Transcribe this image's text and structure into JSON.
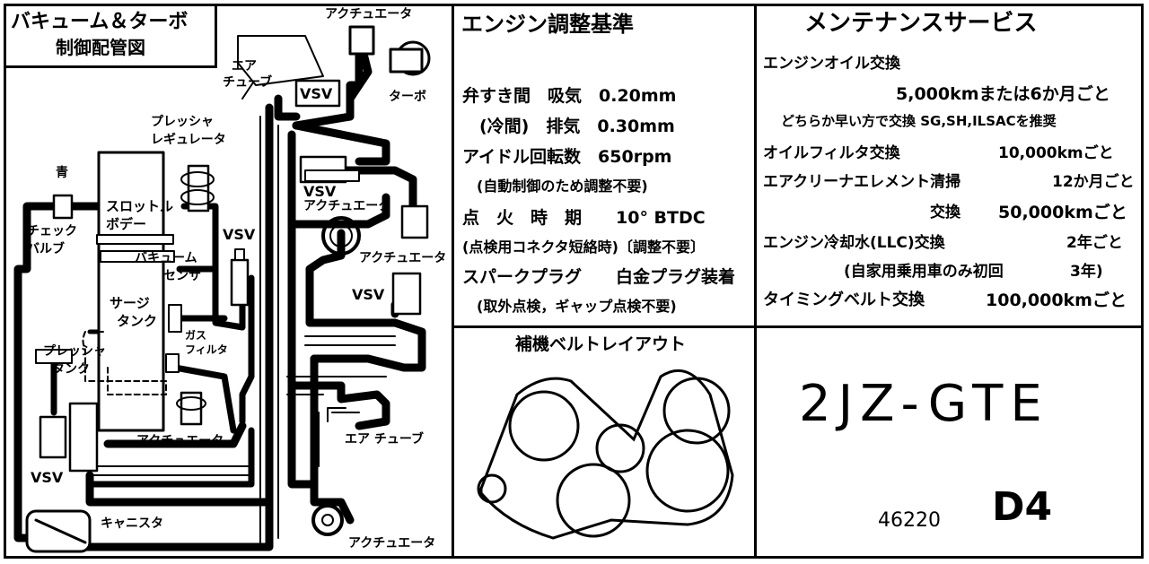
{
  "vacuum": {
    "title_line1": "バキューム＆ターボ",
    "title_line2": "制御配管図",
    "labels": {
      "actuator_top": "アクチュエータ",
      "air_tube_top": "エア\nチューブ",
      "air_tube_1": "エア",
      "air_tube_2": "チューブ",
      "vsv_top": "VSV",
      "turbo": "ターボ",
      "pressure_reg_1": "プレッシャ",
      "pressure_reg_2": "レギュレータ",
      "blue": "青",
      "throttle_1": "スロットル",
      "throttle_2": "ボデー",
      "check_valve_1": "チェック",
      "check_valve_2": "バルブ",
      "vsv_mid": "VSV",
      "vsv_mid2": "VSV",
      "actuator_mid": "アクチュエータ",
      "actuator_right": "アクチュエータ",
      "vacuum_sensor_1": "バキューム",
      "vacuum_sensor_2": "センサ",
      "vsv_right": "VSV",
      "surge_1": "サージ",
      "surge_2": "タンク",
      "gas_filter_1": "ガス",
      "gas_filter_2": "フィルタ",
      "pressure_tank_1": "プレッシャ",
      "pressure_tank_2": "タンク",
      "actuator_bottom": "アクチュエータ",
      "air_tube_bottom": "エア チューブ",
      "vsv_left": "VSV",
      "canister": "キャニスタ",
      "actuator_lowest": "アクチュエータ"
    }
  },
  "spec": {
    "title": "エンジン調整基準",
    "rows": [
      "弁すき間　吸気　0.20mm",
      "　(冷間)　排気　0.30mm",
      "アイドル回転数　650rpm",
      "　(自動制御のため調整不要)",
      "点　火　時　期　　10° BTDC",
      "(点検用コネクタ短絡時)〔調整不要〕",
      "スパークプラグ　　白金プラグ装着",
      "　(取外点検，ギャップ点検不要)"
    ]
  },
  "belt": {
    "title": "補機ベルトレイアウト"
  },
  "maintenance": {
    "title": "メンテナンスサービス",
    "oil_label": "エンジンオイル交換",
    "oil_interval": "5,000kmまたは6か月ごと",
    "oil_note": "どちらか早い方で交換 SG,SH,ILSACを推奨",
    "filter_label": "オイルフィルタ交換",
    "filter_interval": "10,000kmごと",
    "air_label": "エアクリーナエレメント清掃",
    "air_interval": "12か月ごと",
    "air_replace_label": "交換",
    "air_replace_interval": "50,000kmごと",
    "coolant_label": "エンジン冷却水(LLC)交換",
    "coolant_interval": "2年ごと",
    "coolant_note": "(自家用乗用車のみ初回",
    "coolant_note_interval": "3年)",
    "timing_label": "タイミングベルト交換",
    "timing_interval": "100,000kmごと"
  },
  "engine": {
    "code": "2JZ-GTE",
    "part_number": "46220",
    "variant": "D4"
  }
}
